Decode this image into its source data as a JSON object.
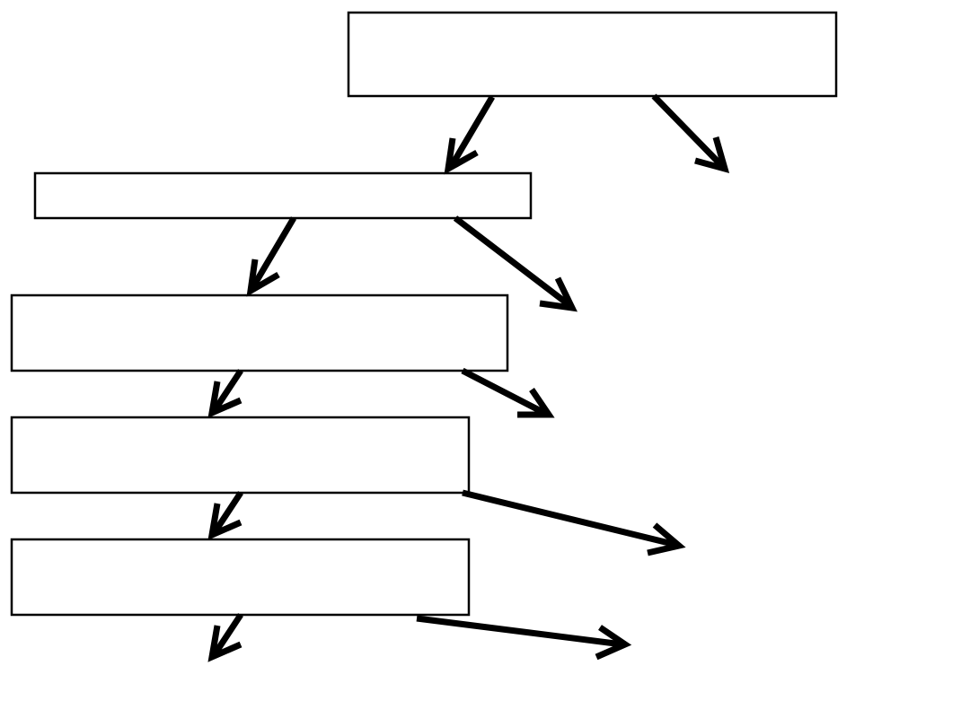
{
  "colors": {
    "stroke": "#000000",
    "background": "#ffffff"
  },
  "boxes": [
    {
      "label": ""
    },
    {
      "label": ""
    },
    {
      "label": ""
    },
    {
      "label": ""
    },
    {
      "label": ""
    }
  ],
  "arrows": [
    {
      "from": "box-1",
      "direction": "down-left"
    },
    {
      "from": "box-1",
      "direction": "down-right"
    },
    {
      "from": "box-2",
      "direction": "down-left"
    },
    {
      "from": "box-2",
      "direction": "down-right"
    },
    {
      "from": "box-3",
      "direction": "down-left"
    },
    {
      "from": "box-3",
      "direction": "down-right"
    },
    {
      "from": "box-4",
      "direction": "down-left"
    },
    {
      "from": "box-4",
      "direction": "right"
    },
    {
      "from": "box-5",
      "direction": "down-left"
    },
    {
      "from": "box-5",
      "direction": "right"
    }
  ]
}
